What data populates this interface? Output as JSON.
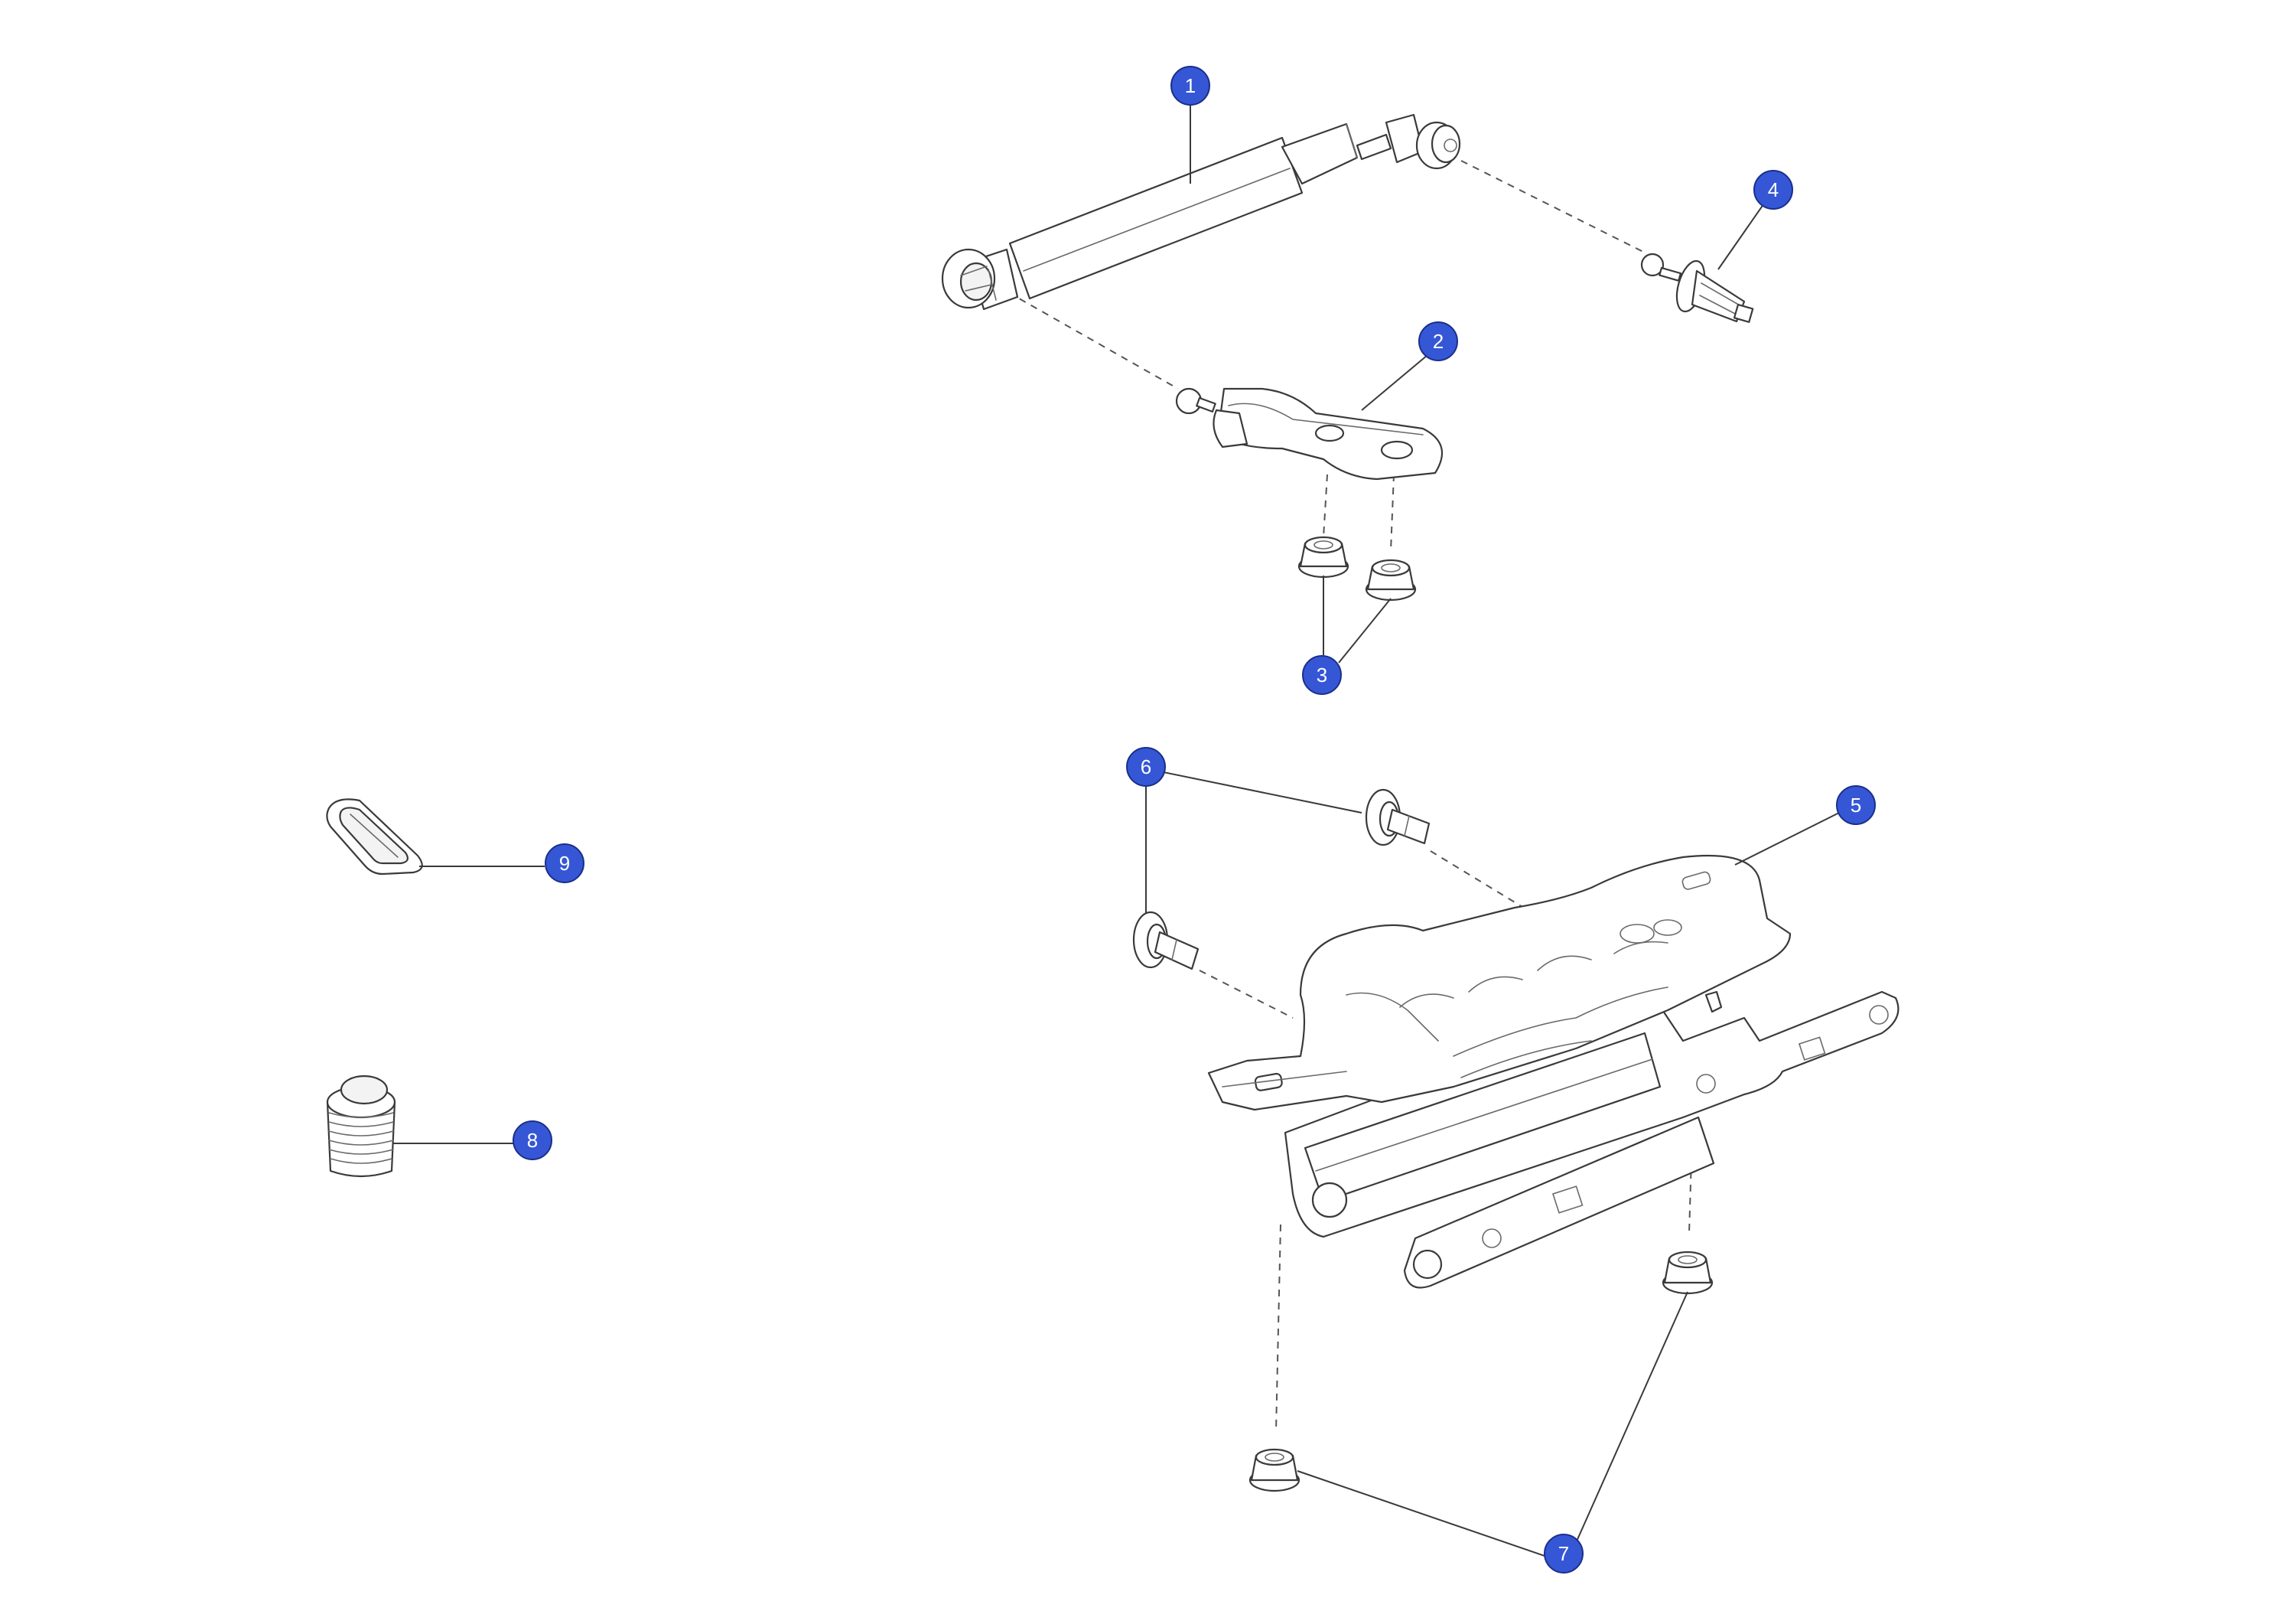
{
  "colors": {
    "callout_fill": "#3557d6",
    "line": "#3a3a3a"
  },
  "callouts": [
    {
      "id": "callout-1",
      "label": "1"
    },
    {
      "id": "callout-2",
      "label": "2"
    },
    {
      "id": "callout-3",
      "label": "3"
    },
    {
      "id": "callout-4",
      "label": "4"
    },
    {
      "id": "callout-5",
      "label": "5"
    },
    {
      "id": "callout-6",
      "label": "6"
    },
    {
      "id": "callout-7",
      "label": "7"
    },
    {
      "id": "callout-8",
      "label": "8"
    },
    {
      "id": "callout-9",
      "label": "9"
    }
  ]
}
